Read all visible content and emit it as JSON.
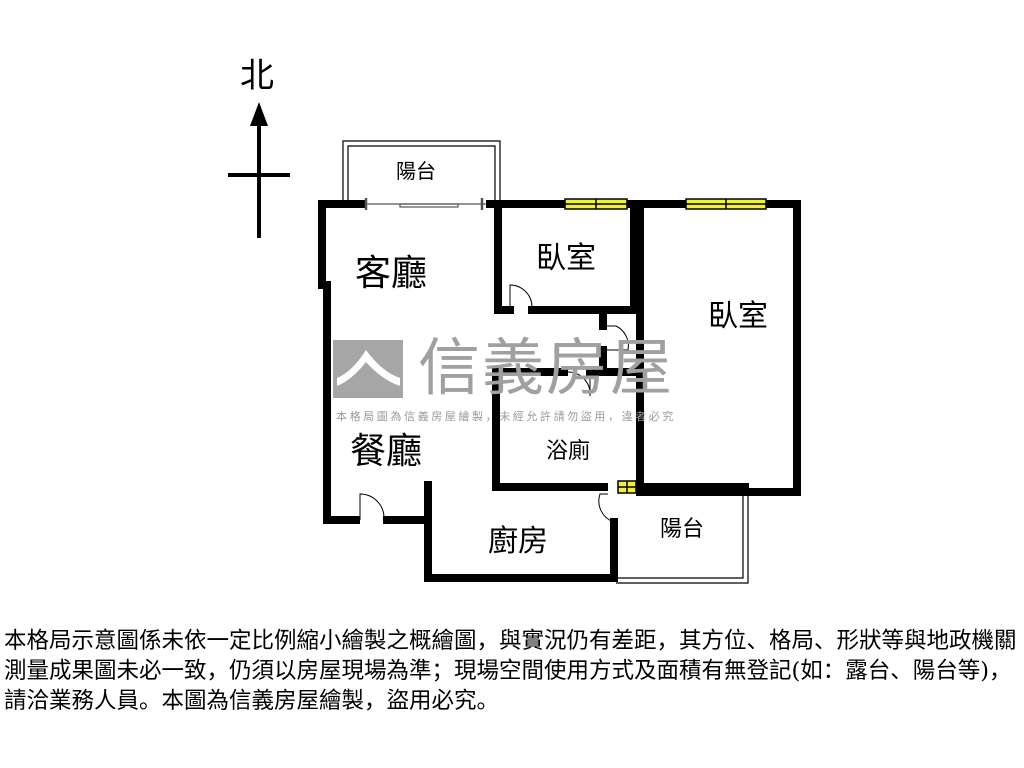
{
  "compass": {
    "label": "北"
  },
  "rooms": {
    "balcony_top": "陽台",
    "living_room": "客廳",
    "bedroom_small": "臥室",
    "bedroom_large": "臥室",
    "dining_room": "餐廳",
    "bathroom": "浴廁",
    "kitchen": "廚房",
    "balcony_bottom": "陽台"
  },
  "watermark": {
    "brand": "信義房屋",
    "notice": "本格局圖為信義房屋繪製，未經允許請勿盜用，違者必究"
  },
  "disclaimer": "本格局示意圖係未依一定比例縮小繪製之概繪圖，與實況仍有差距，其方位、格局、形狀等與地政機關測量成果圖未必一致，仍須以房屋現場為準；現場空間使用方式及面積有無登記(如：露台、陽台等)，請洽業務人員。本圖為信義房屋繪製，盜用必究。",
  "colors": {
    "wall": "#000000",
    "window": "#f2ef3a",
    "watermark": "#9a9a9a"
  }
}
